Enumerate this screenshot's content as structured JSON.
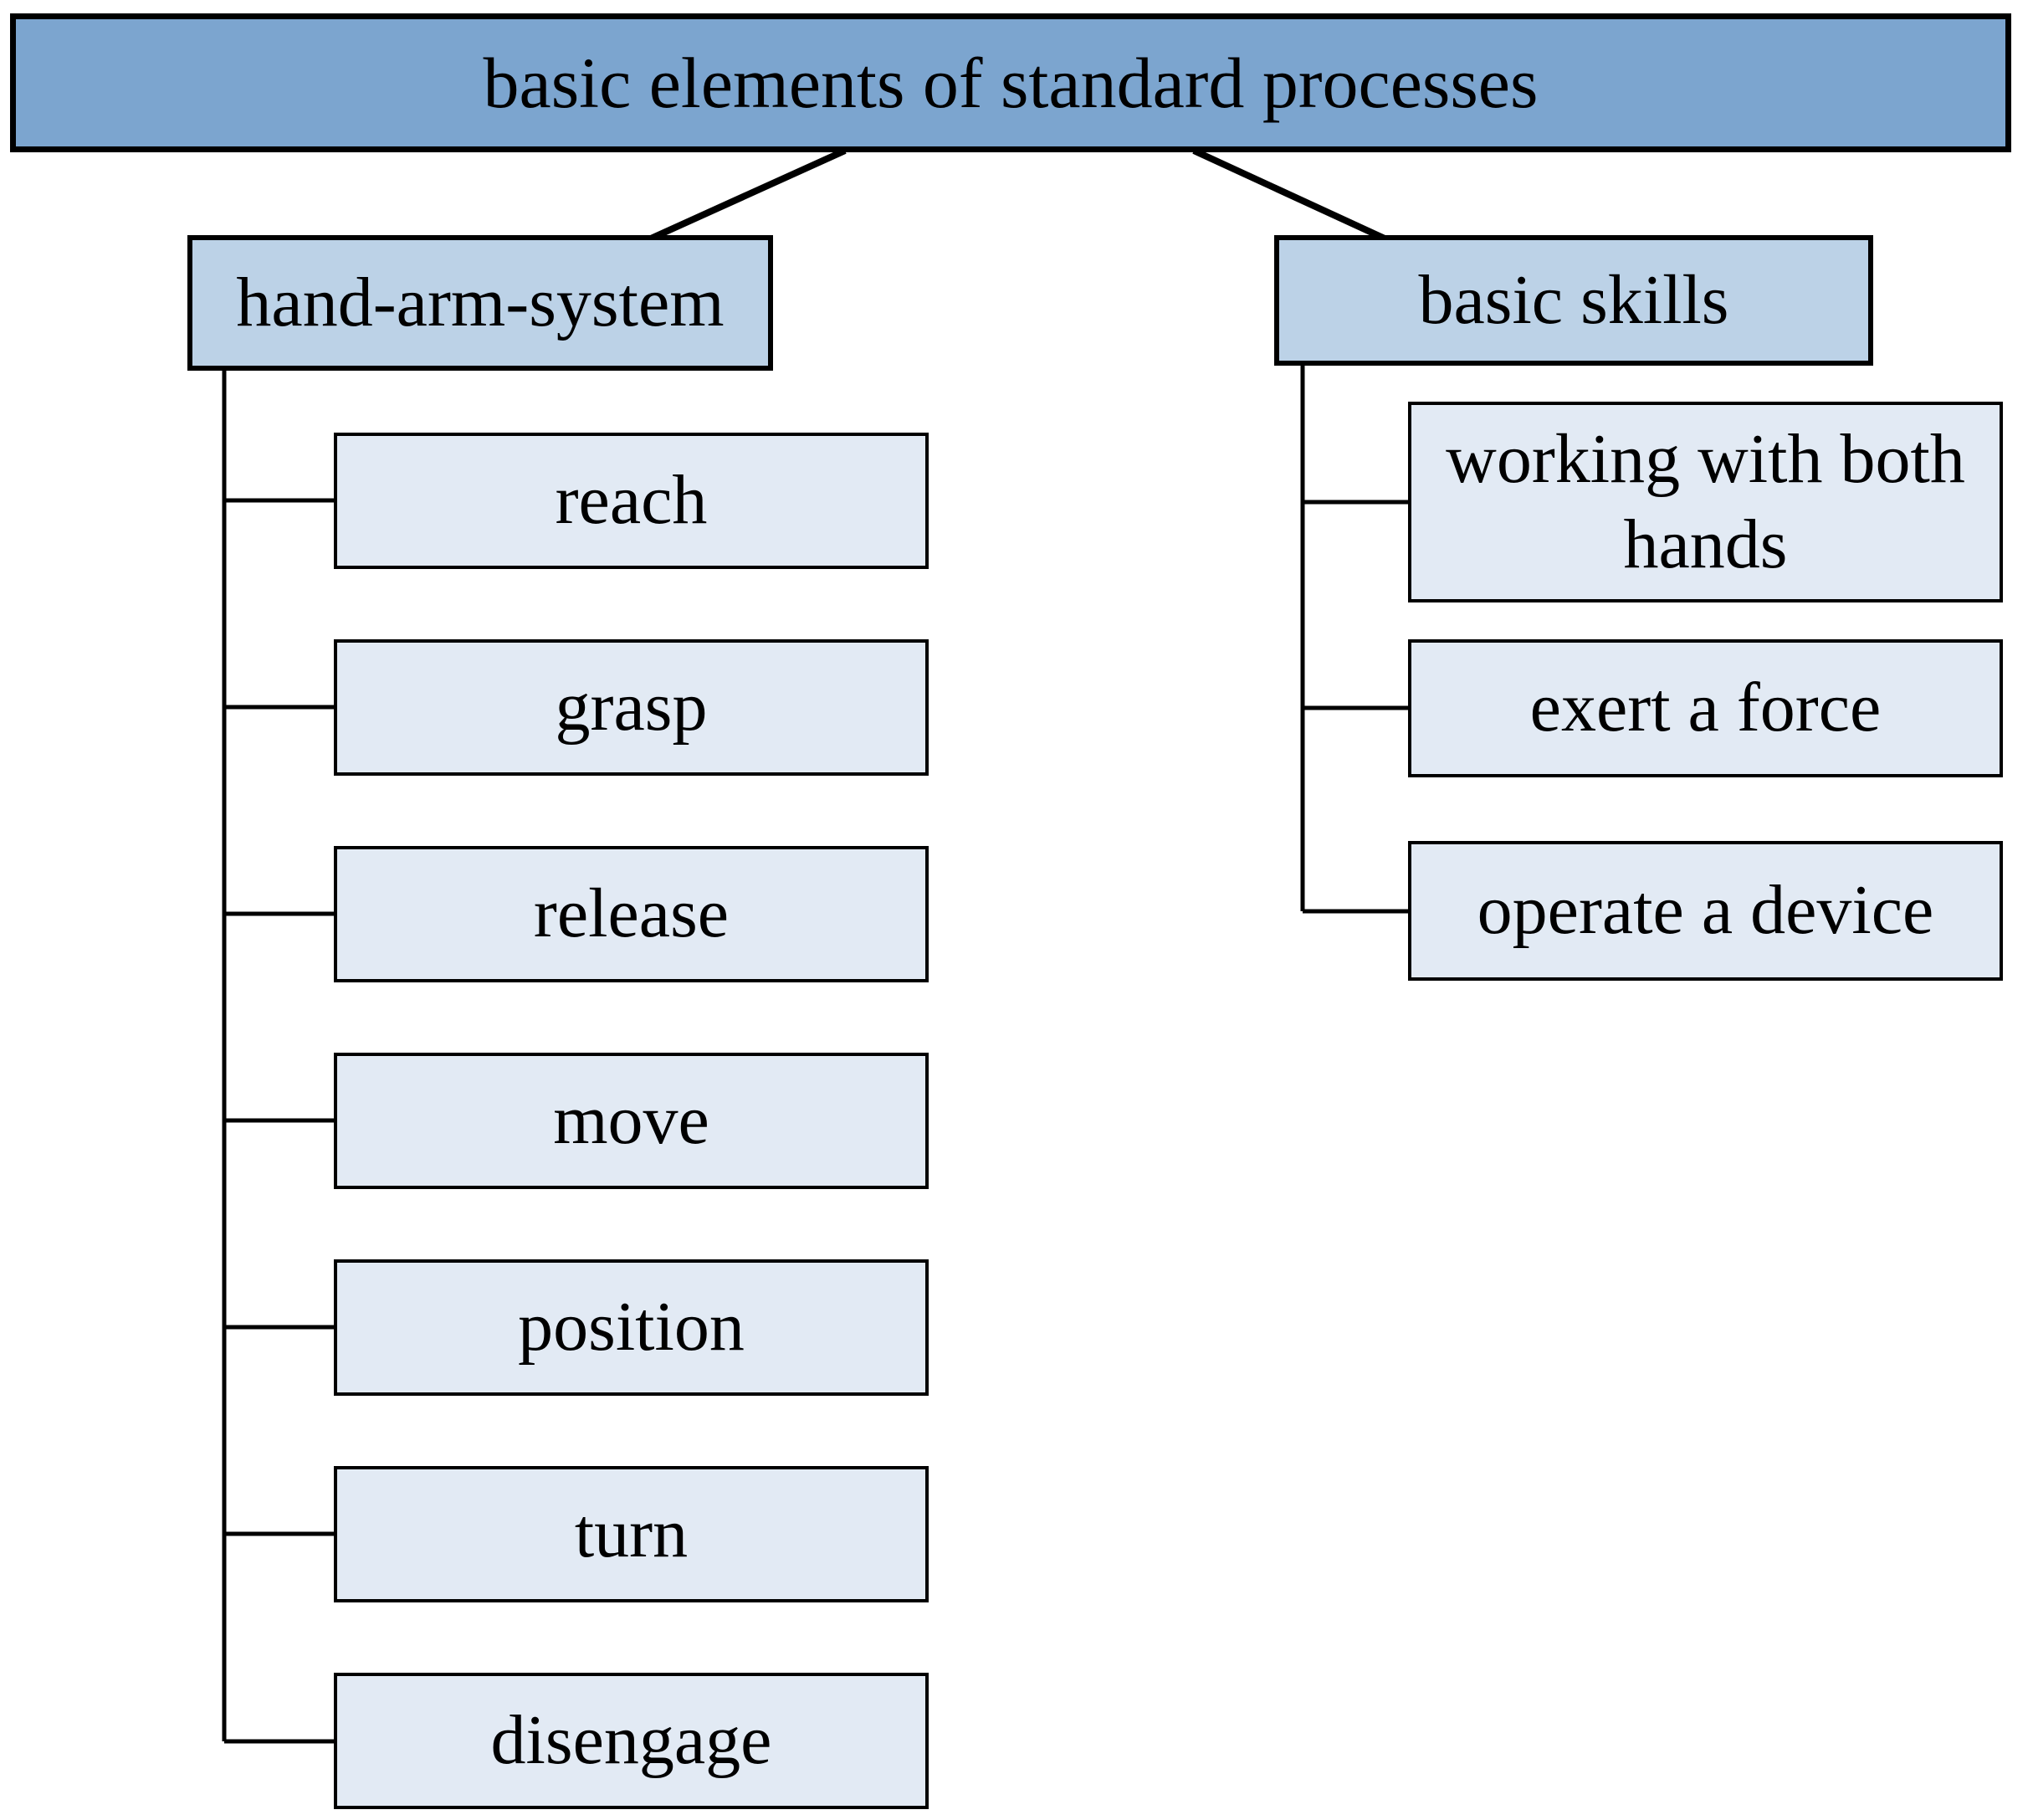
{
  "tree": {
    "root": {
      "label": "basic elements of standard processes"
    },
    "branches": [
      {
        "label": "hand-arm-system",
        "children": [
          "reach",
          "grasp",
          "release",
          "move",
          "position",
          "turn",
          "disengage"
        ]
      },
      {
        "label": "basic skills",
        "children": [
          "working with both hands",
          "exert a force",
          "operate a device"
        ]
      }
    ]
  },
  "colors": {
    "background": "#FFFFFF",
    "root_fill": "#7CA5CF",
    "branch_fill": "#BCD2E7",
    "leaf_fill": "#E2EAF4",
    "border": "#000000",
    "line": "#000000",
    "text": "#000000"
  }
}
